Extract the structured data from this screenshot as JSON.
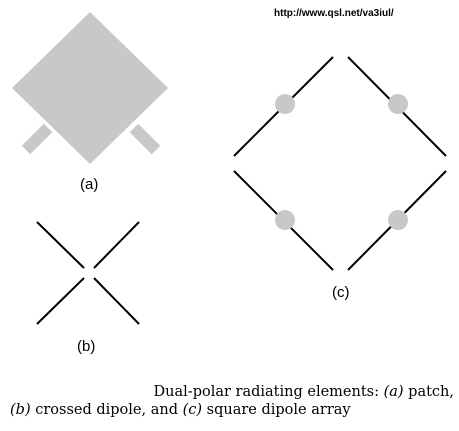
{
  "source_url": "http://www.qsl.net/va3iul/",
  "labels": {
    "a": "(a)",
    "b": "(b)",
    "c": "(c)"
  },
  "caption": {
    "line1_prefix": "Dual-polar radiating elements: ",
    "a_tag": "(a)",
    "line1_suffix": " patch,",
    "b_tag": "(b)",
    "line2_mid": " crossed dipole, and ",
    "c_tag": "(c)",
    "line2_suffix": " square dipole array"
  },
  "colors": {
    "patch_fill": "#c8c8c8",
    "line": "#000000",
    "feed_dot": "#c8c8c8"
  }
}
